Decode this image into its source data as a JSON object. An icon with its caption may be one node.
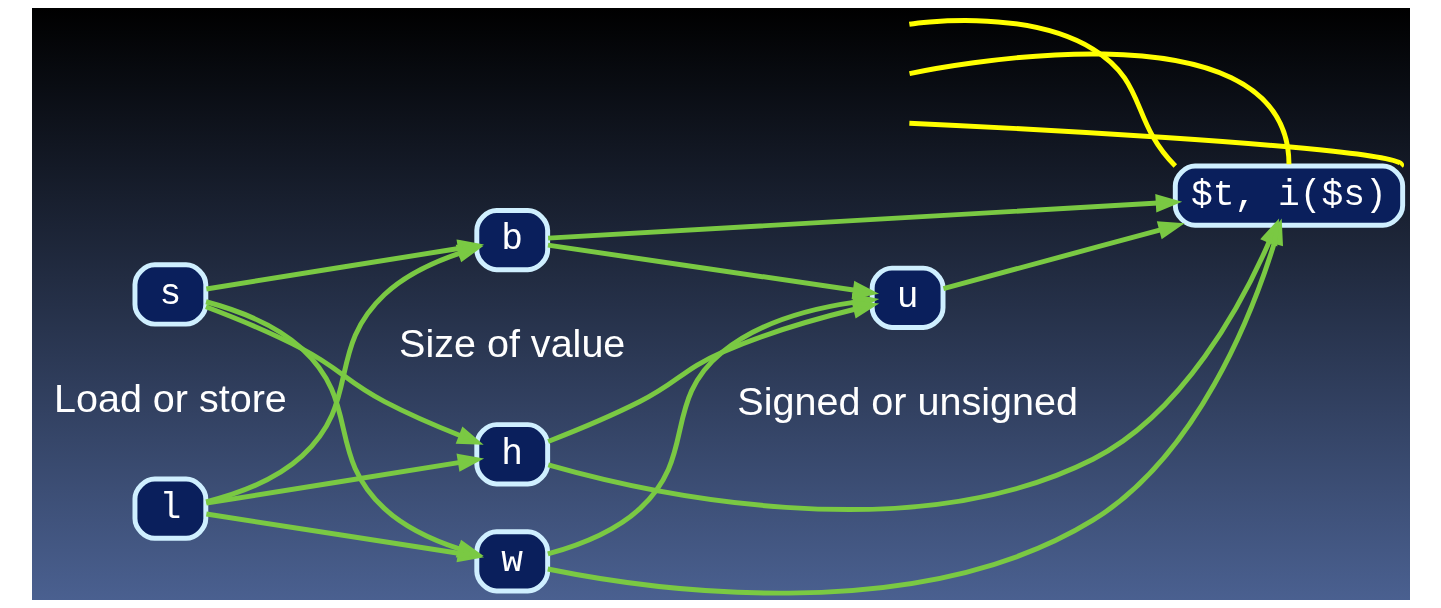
{
  "diagram": {
    "nodes": [
      {
        "text": [
          "l"
        ]
      },
      {
        "text": [
          "s"
        ]
      },
      {
        "text": [
          "w"
        ]
      },
      {
        "text": [
          "h"
        ]
      },
      {
        "text": [
          "b"
        ]
      },
      {
        "text": [
          "u"
        ]
      },
      {
        "text": [
          "$t, i($s)"
        ]
      }
    ],
    "edges": [
      {
        "from": 0,
        "to": 2,
        "arrow": "to"
      },
      {
        "from": 0,
        "to": 3,
        "arrow": "to"
      },
      {
        "from": 0,
        "to": 4,
        "arrow": "to"
      },
      {
        "from": 1,
        "to": 2,
        "arrow": "to"
      },
      {
        "from": 1,
        "to": 3,
        "arrow": "to"
      },
      {
        "from": 1,
        "to": 4,
        "arrow": "to"
      },
      {
        "from": 2,
        "to": 5,
        "arrow": "to"
      },
      {
        "from": 3,
        "to": 5,
        "arrow": "to"
      },
      {
        "from": 4,
        "to": 5,
        "arrow": "to"
      },
      {
        "from": 2,
        "to": 6,
        "arrow": "to"
      },
      {
        "from": 3,
        "to": 6,
        "arrow": "to"
      },
      {
        "from": 4,
        "to": 6,
        "arrow": "to"
      },
      {
        "from": 5,
        "to": 6,
        "arrow": "to"
      },
      {
        "from": null,
        "to": 6,
        "arrow": "none",
        "color": "#ffff00"
      },
      {
        "from": null,
        "to": 6,
        "arrow": "none",
        "color": "#ffff00"
      },
      {
        "from": null,
        "to": 6,
        "arrow": "none",
        "color": "#ffff00"
      }
    ],
    "labels": [
      "Load or store",
      "Size of value",
      "Signed or unsigned"
    ]
  }
}
